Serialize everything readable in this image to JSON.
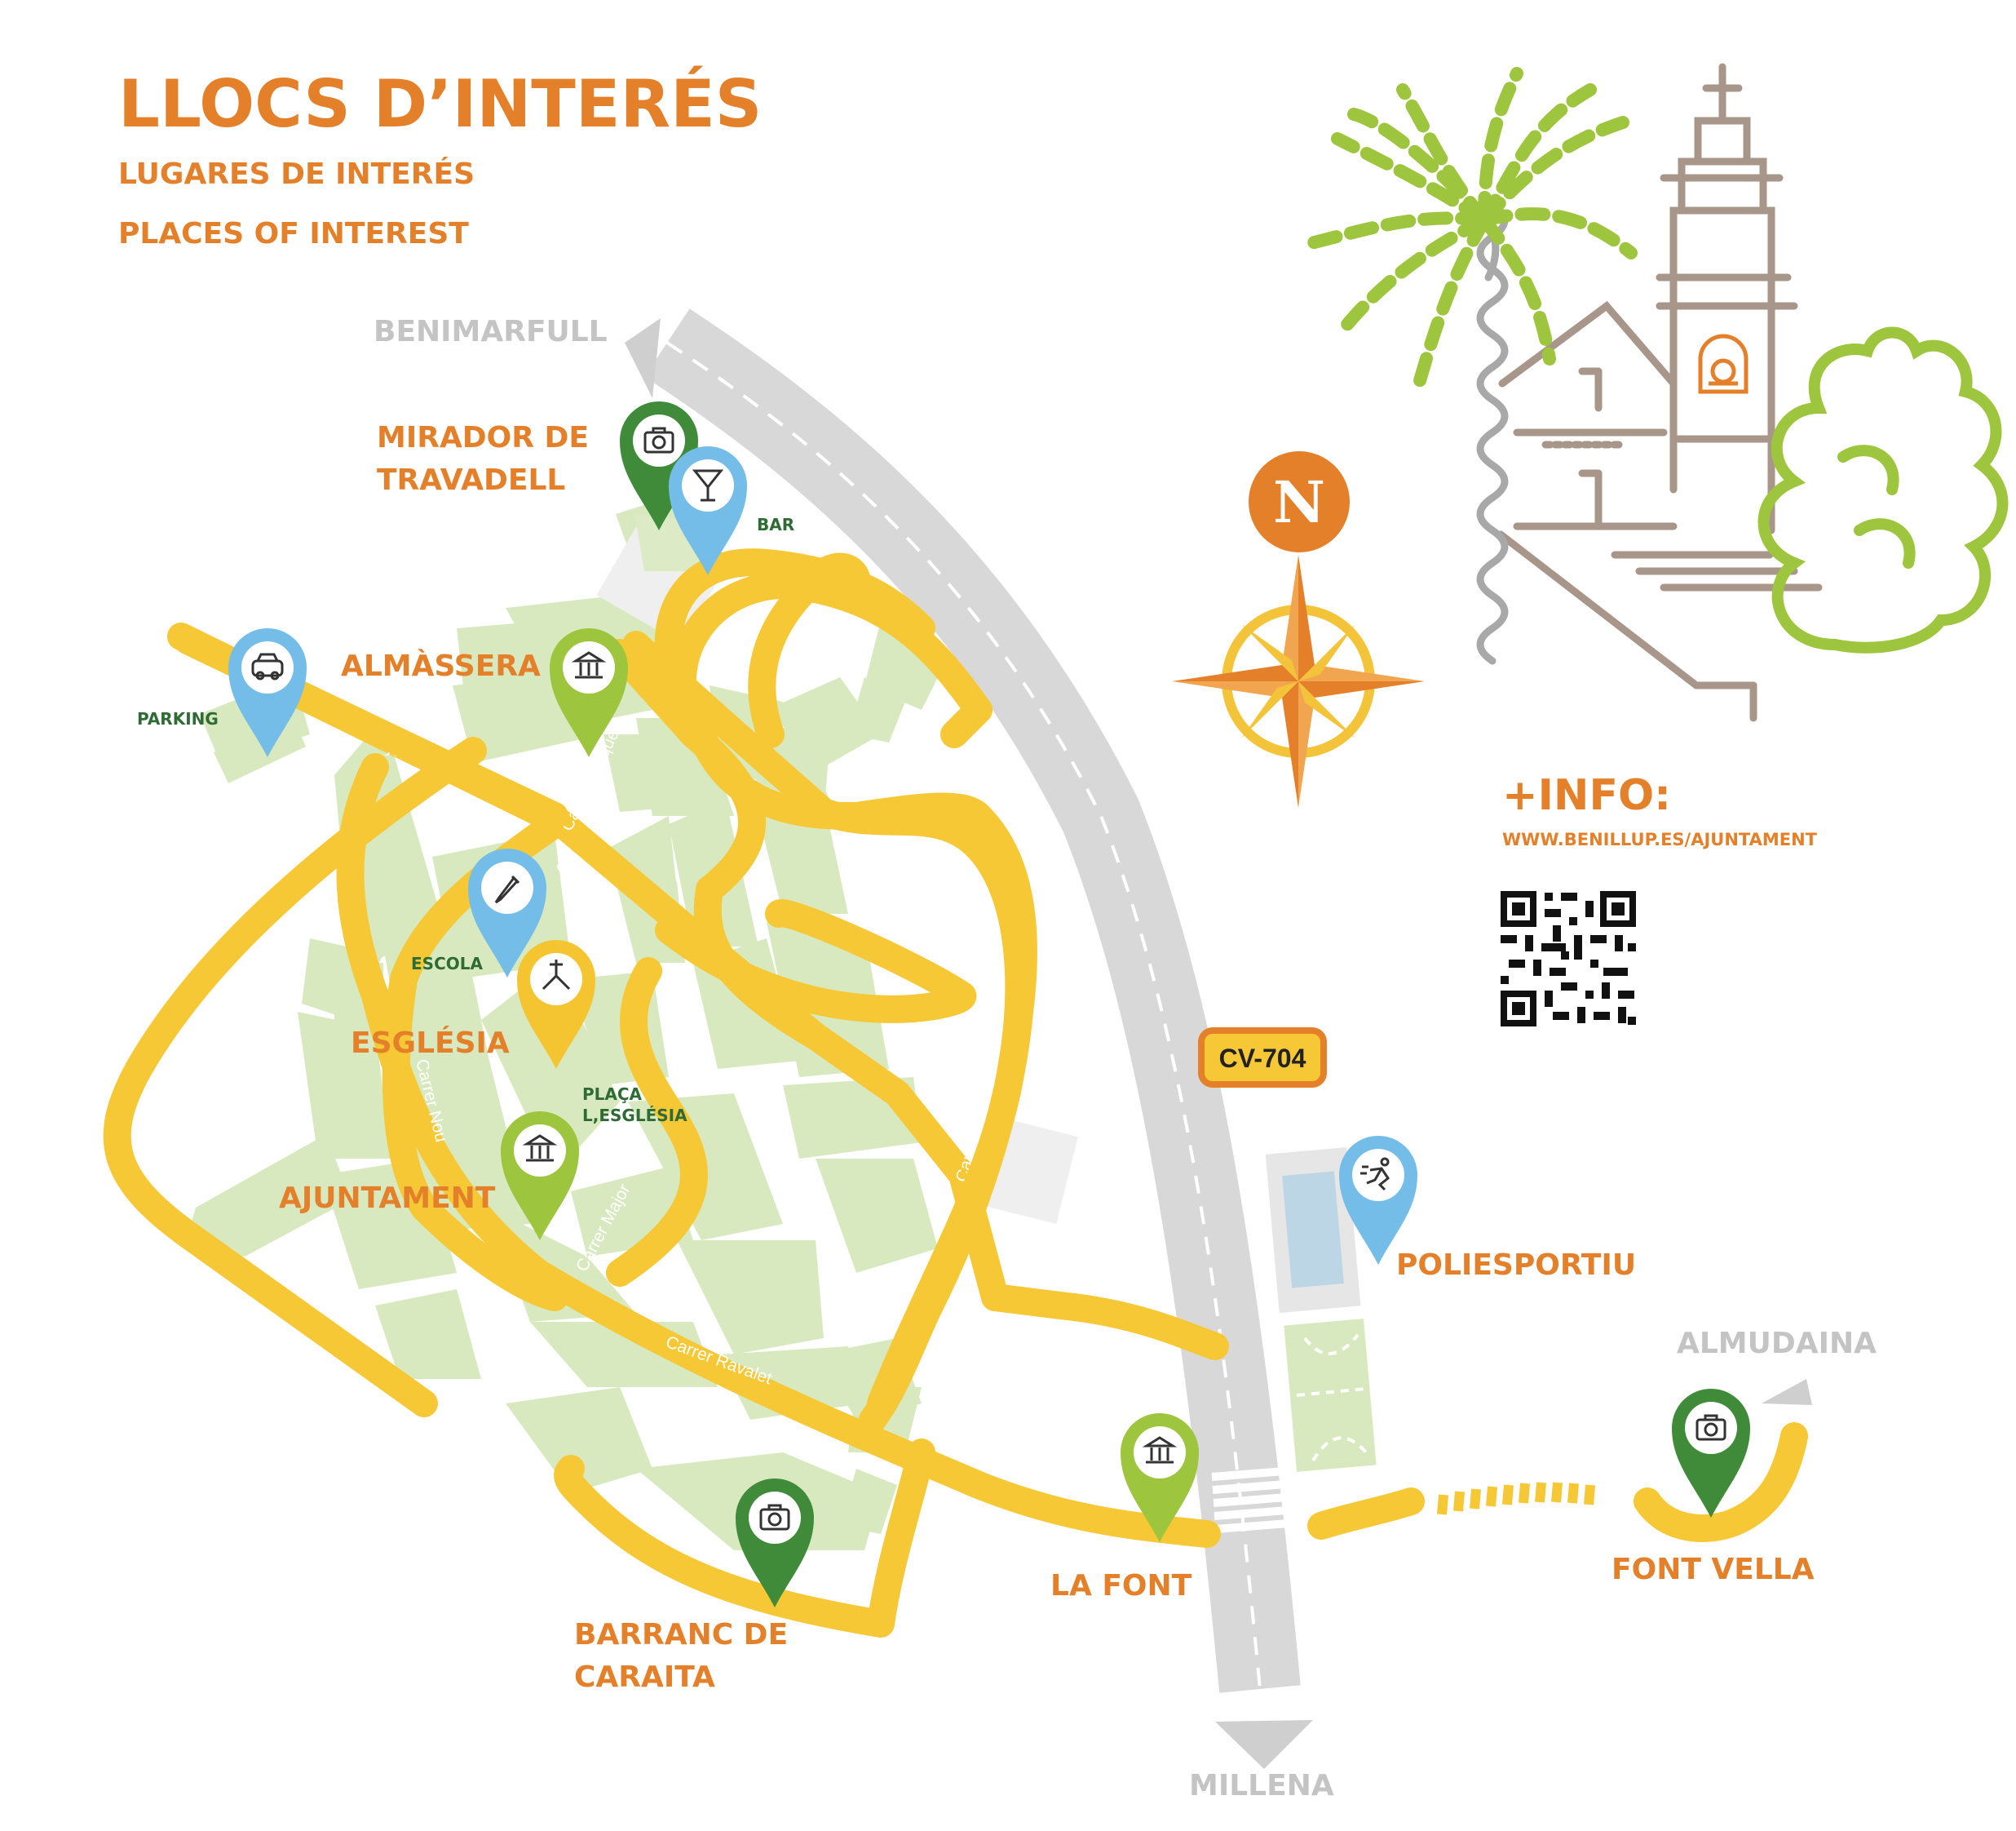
{
  "header": {
    "title": "LLOCS D’INTERÉS",
    "subtitle_es": "LUGARES DE INTERÉS",
    "subtitle_en": "PLACES OF INTEREST"
  },
  "destinations": {
    "north": "BENIMARFULL",
    "south": "MILLENA",
    "east": "ALMUDAINA"
  },
  "road_badge": "CV-704",
  "compass_letter": "N",
  "info": {
    "heading": "+INFO:",
    "url": "WWW.BENILLUP.ES/AJUNTAMENT"
  },
  "places": {
    "mirador_line1": "MIRADOR DE",
    "mirador_line2": "TRAVADELL",
    "almassera": "ALMÀSSERA",
    "esglesia": "ESGLÉSIA",
    "ajuntament": "AJUNTAMENT",
    "poliesportiu": "POLIESPORTIU",
    "la_font": "LA FONT",
    "font_vella": "FONT VELLA",
    "barranc_line1": "BARRANC DE",
    "barranc_line2": "CARAITA"
  },
  "small_labels": {
    "bar": "BAR",
    "parking": "PARKING",
    "escola": "ESCOLA",
    "placa_line1": "PLAÇA",
    "placa_line2": "L,ESGLÉSIA"
  },
  "streets": {
    "carrer_major": "Carrer Major",
    "carrer_trinquet": "Carrer Trinquet",
    "carrer_ravalet": "Carrer Ravalet",
    "carrer_nou": "Carrer Nou"
  },
  "pins": [
    {
      "id": "mirador",
      "icon": "camera-icon",
      "color": "#3f8b3a"
    },
    {
      "id": "bar",
      "icon": "cocktail-icon",
      "color": "#74bde8"
    },
    {
      "id": "parking",
      "icon": "car-icon",
      "color": "#74bde8"
    },
    {
      "id": "almassera",
      "icon": "museum-icon",
      "color": "#9dc53d"
    },
    {
      "id": "escola",
      "icon": "pencil-icon",
      "color": "#74bde8"
    },
    {
      "id": "esglesia",
      "icon": "church-icon",
      "color": "#f5c531"
    },
    {
      "id": "ajuntament",
      "icon": "museum-icon",
      "color": "#9dc53d"
    },
    {
      "id": "poliesportiu",
      "icon": "runner-icon",
      "color": "#74bde8"
    },
    {
      "id": "la-font",
      "icon": "museum-icon",
      "color": "#9dc53d"
    },
    {
      "id": "font-vella",
      "icon": "camera-icon",
      "color": "#3f8b3a"
    },
    {
      "id": "barranc",
      "icon": "camera-icon",
      "color": "#3f8b3a"
    }
  ],
  "colors": {
    "orange": "#e5802a",
    "street_yellow": "#f6c835",
    "block_green": "#d8e9bf",
    "road_grey": "#d8d8d8",
    "label_green": "#2f6b34",
    "destination_grey": "#c4c4c4"
  }
}
